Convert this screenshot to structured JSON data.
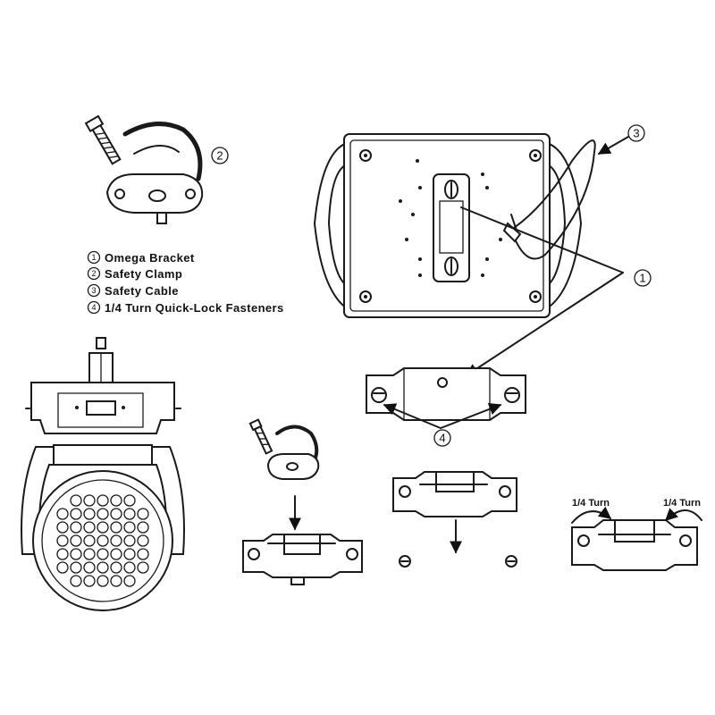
{
  "callouts": {
    "one": "1",
    "two": "2",
    "three": "3",
    "four": "4"
  },
  "legend": [
    {
      "marker": "1",
      "text": "Omega Bracket"
    },
    {
      "marker": "2",
      "text": "Safety Clamp"
    },
    {
      "marker": "3",
      "text": "Safety Cable"
    },
    {
      "marker": "4",
      "text": "1/4 Turn Quick-Lock Fasteners"
    }
  ],
  "turn_labels": {
    "left": "1/4 Turn",
    "right": "1/4 Turn"
  }
}
